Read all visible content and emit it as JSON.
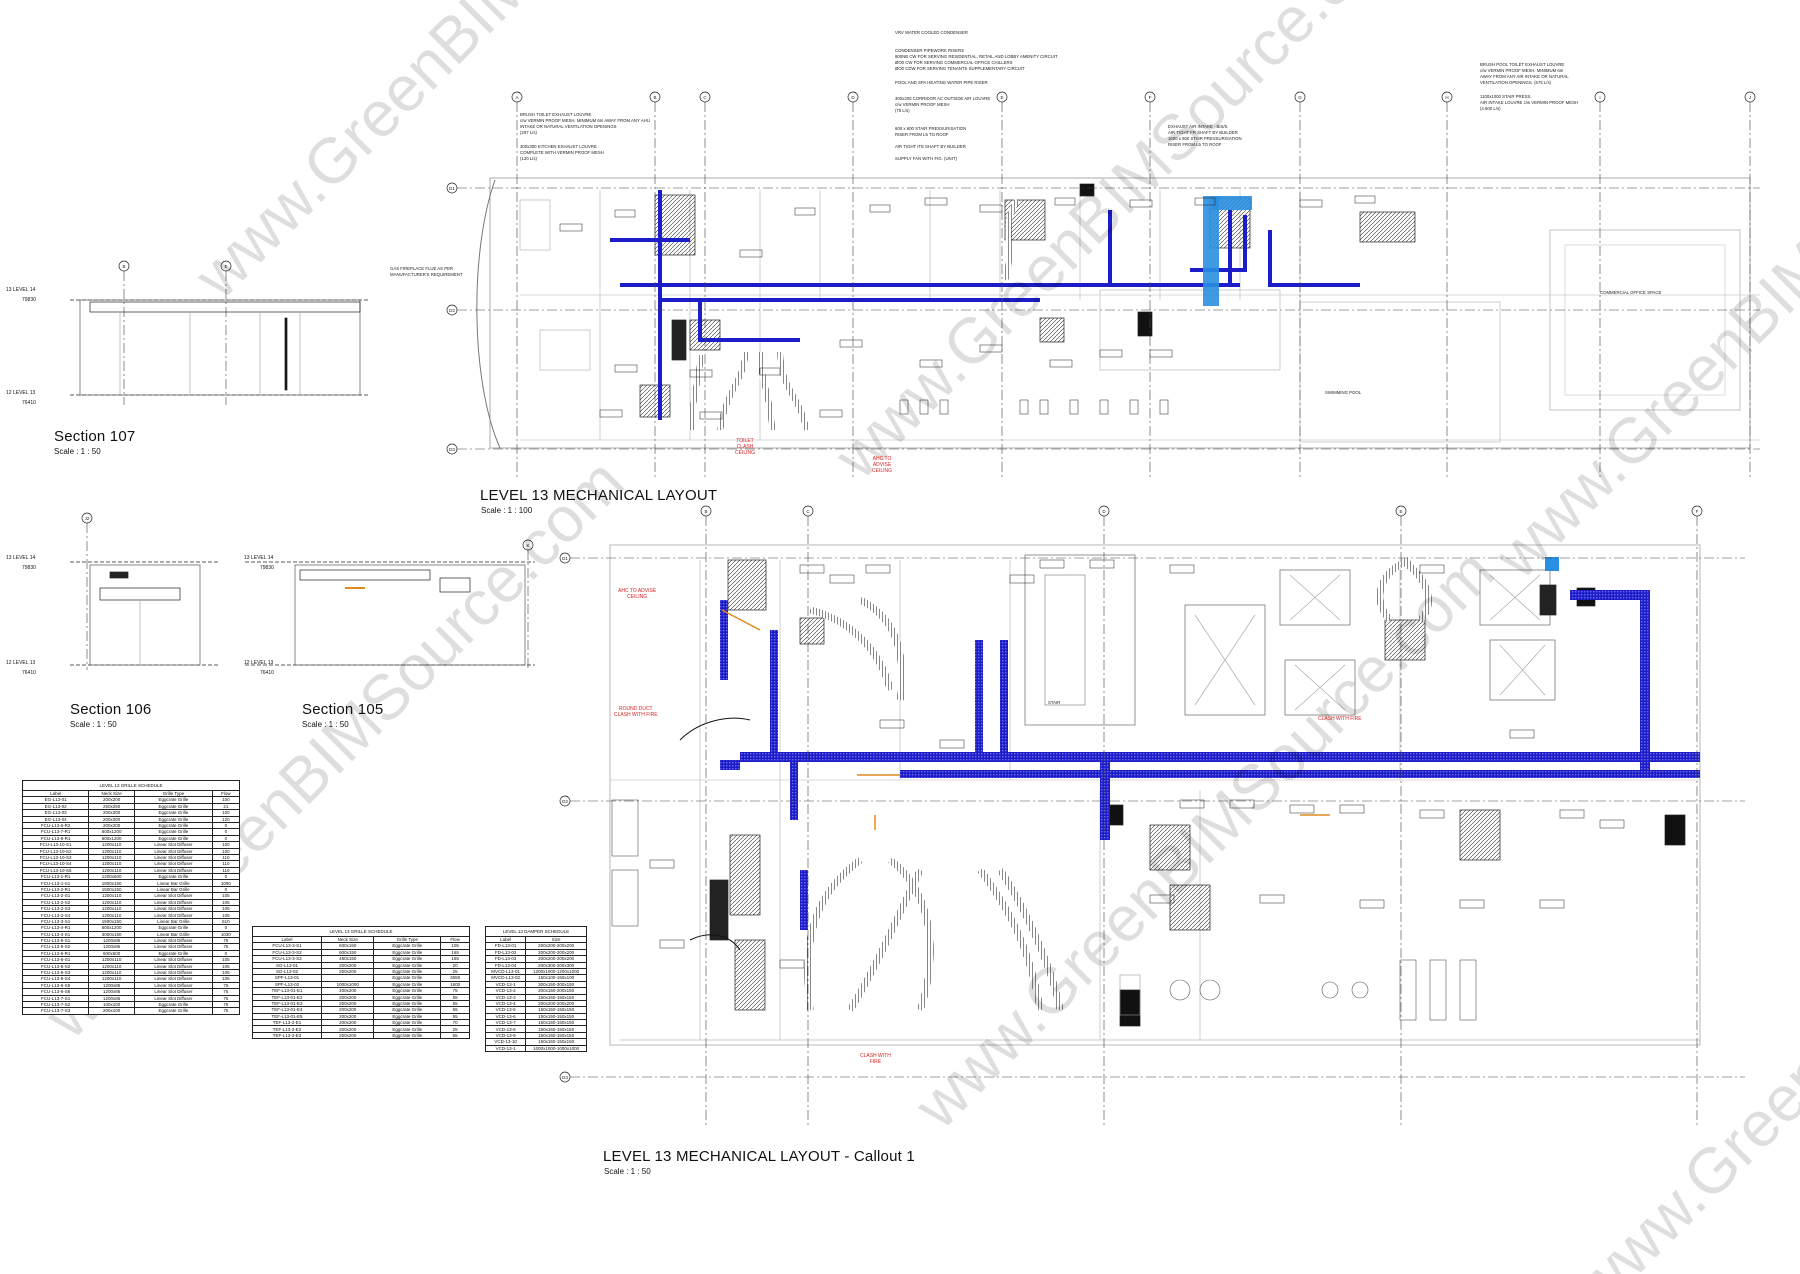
{
  "drawings": {
    "level13": {
      "title": "LEVEL 13 MECHANICAL LAYOUT",
      "scale": "Scale : 1 : 100"
    },
    "callout1": {
      "title": "LEVEL 13 MECHANICAL LAYOUT - Callout 1",
      "scale": "Scale : 1 : 50"
    },
    "section107": {
      "title": "Section 107",
      "scale": "Scale : 1 : 50"
    },
    "section106": {
      "title": "Section 106",
      "scale": "Scale : 1 : 50"
    },
    "section105": {
      "title": "Section 105",
      "scale": "Scale : 1 : 50"
    }
  },
  "levels": {
    "level14": "13 LEVEL 14",
    "level14_elev": "79830",
    "level13": "12 LEVEL 13",
    "level13_elev": "76410"
  },
  "watermark": "www.GreenBIMSource.com",
  "notes": {
    "top": [
      "VRV WATER COOLED CONDENSER",
      "CONDENSER PIPEWORK RISERS",
      "800NB CW FOR SERVING RESIDENTIAL, RETAIL AND LOBBY AMENITY CIRCUIT",
      "ØO0 CW FOR SERVING COMMERCIAL OFFICE CHILLERS",
      "ØO0 CDW FOR SERVING TENANTS SUPPLEMENTARY CIRCUIT",
      "POOL AND SPA HEATING WATER PIPE RISER"
    ],
    "corridor": [
      "300x200 CORRIDOR AC OUTSIDE AIR LOUVRE",
      "c/w VERMIN PROOF MESH",
      "(75 L/s)"
    ],
    "stair_press": [
      "600 x 600 STAIR PRESSURISATION",
      "RISER FROM L5 TO ROOF"
    ],
    "air_tight": "AIR TIGHT ITE SHAFT BY BUILDER",
    "supply_fan": "SUPPLY FAN WITH FIG. (UNIT)",
    "toilet_louvre": [
      "BRUSH TOILET EXHAUST LOUVRE",
      "c/w VERMIN PROOF MESH. MINIMUM 6m AWAY FROM ANY AHU",
      "INTAKE OR NATURAL VENTILATION OPENINGS",
      "(297 L/s)"
    ],
    "kitchen_louvre": [
      "300x300 KITCHEN EXHAUST LOUVRE",
      "COMPLETE WITH VERMIN PROOF MESH",
      "(120 L/s)"
    ],
    "gas_flue": [
      "GAS FIREPLACE FLUE AS PER",
      "MANUFACTURER'S REQUIREMENT"
    ],
    "exhaust_shaft": [
      "EXHAUST AIR INTAKE - BIS/S",
      "AIR TIGHT FR SHAFT BY BUILDER",
      "1600 x 600 STAIR PRESSURISATION",
      "RISER FROM L5 TO ROOF"
    ],
    "pool_louvre": [
      "BRUSH POOL TOILET EXHAUST LOUVRE",
      "c/w VERMIN PROOF MESH. MINIMUM 6m",
      "AWAY FROM ANY AIR INTAKE OR NATURAL",
      "VENTILATION OPENINGS. (675 L/s)"
    ],
    "intake_louvre": [
      "1100x1000 STAIR PRESS.",
      "AIR INTAKE LOUVRE c/w VERMIN PROOF MESH",
      "(4,500 L/s)"
    ],
    "clashes": {
      "toilet": [
        "TOILET",
        "CLASH",
        "CEILING"
      ],
      "ahc_top": [
        "AHC TO",
        "ADVISE",
        "CEILING"
      ],
      "ahc_callout": [
        "AHC TO ADVISE",
        "CEILING"
      ],
      "round_duct": [
        "ROUND DUCT",
        "CLASH WITH FIRE"
      ],
      "fire_right": [
        "CLASH WITH FIRE"
      ],
      "fire_bottom": [
        "CLASH WITH",
        "FIRE"
      ]
    },
    "rooms": {
      "pool": "SWIMMING POOL",
      "office": "COMMERCIAL OFFICE SPACE",
      "stair": "STAIR"
    }
  },
  "grid_labels": {
    "level13": [
      "A",
      "B",
      "C",
      "D",
      "E",
      "F",
      "G",
      "H",
      "I",
      "J"
    ],
    "level13_rows": [
      "D1",
      "D2",
      "D3"
    ],
    "callout": [
      "B",
      "C",
      "D",
      "E",
      "F"
    ],
    "callout_rows": [
      "D1",
      "D2",
      "D3"
    ],
    "section107": [
      "B",
      "E"
    ],
    "section106": [
      "J2"
    ],
    "section105": [
      "K"
    ]
  },
  "schedules": {
    "grille1": {
      "title": "LEVEL 13 GRILLE SCHEDULE",
      "columns": [
        "Label",
        "Neck Size",
        "Grille Type",
        "Flow"
      ],
      "rows": [
        [
          "EG-L13-01",
          "200x200",
          "Eggcrate Grille",
          "100"
        ],
        [
          "EG-L13-02",
          "250x250",
          "Eggcrate Grille",
          "21"
        ],
        [
          "EG-L13-03",
          "200x300",
          "Eggcrate Grille",
          "100"
        ],
        [
          "EG-L13-04",
          "200x300",
          "Eggcrate Grille",
          "120"
        ],
        [
          "FCU-L13-6-R2",
          "200x200",
          "Eggcrate Grille",
          "0"
        ],
        [
          "FCU-L13-7-R1",
          "600x1200",
          "Eggcrate Grille",
          "0"
        ],
        [
          "FCU-L13-8-R1",
          "600x1200",
          "Eggcrate Grille",
          "0"
        ],
        [
          "FCU-L13-10-S1",
          "1200x110",
          "Linear Slot Diffuser",
          "100"
        ],
        [
          "FCU-L13-10-S2",
          "1200x110",
          "Linear Slot Diffuser",
          "100"
        ],
        [
          "FCU-L13-10-S3",
          "1200x110",
          "Linear Slot Diffuser",
          "110"
        ],
        [
          "FCU-L13-10-S4",
          "1200x110",
          "Linear Slot Diffuser",
          "110"
        ],
        [
          "FCU-L13-10-S5",
          "1200x110",
          "Linear Slot Diffuser",
          "110"
        ],
        [
          "FCU-L13-1-R1",
          "1200x600",
          "Eggcrate Grille",
          "0"
        ],
        [
          "FCU-L13-1-S1",
          "1800x150",
          "Linear Bar Grille",
          "1090"
        ],
        [
          "FCU-L13-2-R1",
          "1500x150",
          "Linear Bar Grille",
          "0"
        ],
        [
          "FCU-L13-2-S1",
          "1200x110",
          "Linear Slot Diffuser",
          "105"
        ],
        [
          "FCU-L13-2-S2",
          "1200x110",
          "Linear Slot Diffuser",
          "105"
        ],
        [
          "FCU-L13-2-S3",
          "1200x110",
          "Linear Slot Diffuser",
          "105"
        ],
        [
          "FCU-L13-2-S4",
          "1200x110",
          "Linear Slot Diffuser",
          "105"
        ],
        [
          "FCU-L13-3-S1",
          "1500x150",
          "Linear Bar Grille",
          "510"
        ],
        [
          "FCU-L13-4-R1",
          "600x1200",
          "Eggcrate Grille",
          "0"
        ],
        [
          "FCU-L13-4-S1",
          "3000x150",
          "Linear Bar Grille",
          "1030"
        ],
        [
          "FCU-L13-5-S1",
          "1200x85",
          "Linear Slot Diffuser",
          "75"
        ],
        [
          "FCU-L13-5-S2",
          "1200x85",
          "Linear Slot Diffuser",
          "75"
        ],
        [
          "FCU-L13-6-R1",
          "600x600",
          "Eggcrate Grille",
          "0"
        ],
        [
          "FCU-L13-6-S1",
          "1200x110",
          "Linear Slot Diffuser",
          "105"
        ],
        [
          "FCU-L13-6-S2",
          "1200x110",
          "Linear Slot Diffuser",
          "105"
        ],
        [
          "FCU-L13-6-S3",
          "1200x110",
          "Linear Slot Diffuser",
          "105"
        ],
        [
          "FCU-L13-6-S4",
          "1200x110",
          "Linear Slot Diffuser",
          "105"
        ],
        [
          "FCU-L13-6-S5",
          "1200x85",
          "Linear Slot Diffuser",
          "75"
        ],
        [
          "FCU-L13-6-S6",
          "1200x85",
          "Linear Slot Diffuser",
          "75"
        ],
        [
          "FCU-L13-7-S1",
          "1200x85",
          "Linear Slot Diffuser",
          "75"
        ],
        [
          "FCU-L13-7-S2",
          "100x100",
          "Eggcrate Grille",
          "75"
        ],
        [
          "FCU-L13-7-S3",
          "200x100",
          "Eggcrate Grille",
          "75"
        ]
      ]
    },
    "grille2": {
      "title": "LEVEL 13 GRILLE SCHEDULE",
      "columns": [
        "Label",
        "Neck Size",
        "Grille Type",
        "Flow"
      ],
      "rows": [
        [
          "FCU-L13-3-S1",
          "600x150",
          "Eggcrate Grille",
          "105"
        ],
        [
          "FCU-L13-3-S2",
          "600x150",
          "Eggcrate Grille",
          "165"
        ],
        [
          "FCU-L13-3-S3",
          "450x150",
          "Eggcrate Grille",
          "165"
        ],
        [
          "SG-L13-01",
          "200x200",
          "Eggcrate Grille",
          "20"
        ],
        [
          "SG-L13-02",
          "200x200",
          "Eggcrate Grille",
          "25"
        ],
        [
          "SPF-L13-01",
          "",
          "Eggcrate Grille",
          "3650"
        ],
        [
          "SPF-L13-02",
          "1000x1000",
          "Eggcrate Grille",
          "1600"
        ],
        [
          "TEF-L13-01-E1",
          "200x200",
          "Eggcrate Grille",
          "75"
        ],
        [
          "TEF-L13-01-E2",
          "200x200",
          "Eggcrate Grille",
          "55"
        ],
        [
          "TEF-L13-01-E3",
          "200x200",
          "Eggcrate Grille",
          "55"
        ],
        [
          "TEF-L13-01-E4",
          "200x200",
          "Eggcrate Grille",
          "55"
        ],
        [
          "TEF-L13-01-E5",
          "200x200",
          "Eggcrate Grille",
          "55"
        ],
        [
          "TEF-L13-2-E1",
          "200x200",
          "Eggcrate Grille",
          "70"
        ],
        [
          "TEF-L13-2-E2",
          "200x200",
          "Eggcrate Grille",
          "25"
        ],
        [
          "TEF-L13-2-E3",
          "200x200",
          "Eggcrate Grille",
          "65"
        ]
      ]
    },
    "damper": {
      "title": "LEVEL 13 DAMPER SCHEDULE",
      "columns": [
        "Label",
        "Size"
      ],
      "rows": [
        [
          "FD-L13-01",
          "200x200-200x200"
        ],
        [
          "FD-L13-02",
          "200x200-200x200"
        ],
        [
          "FD-L13-03",
          "200x200-200x200"
        ],
        [
          "FD-L13-04",
          "200x300-200x300"
        ],
        [
          "MVCD-L13-01",
          "1200x1000-1200x1000"
        ],
        [
          "MVCD-L13-02",
          "150x100-150x100"
        ],
        [
          "VCD-13-1",
          "300x150-300x150"
        ],
        [
          "VCD-13-2",
          "200x150-200x150"
        ],
        [
          "VCD-13-3",
          "150x150-150x150"
        ],
        [
          "VCD-13-4",
          "200x200-200x200"
        ],
        [
          "VCD-13-5",
          "150x150-150x150"
        ],
        [
          "VCD-13-6",
          "150x150-150x150"
        ],
        [
          "VCD-13-7",
          "150x150-150x150"
        ],
        [
          "VCD-13-8",
          "150x150-150x150"
        ],
        [
          "VCD-13-9",
          "150x150-150x150"
        ],
        [
          "VCD-13-10",
          "150x150-150x150"
        ],
        [
          "VCD-13-1",
          "1000x1000-1000x1000"
        ]
      ]
    }
  },
  "colors": {
    "duct": "#1c1cc8",
    "duct_light": "#2a8fe0",
    "clash": "#d22222",
    "line": "#222222",
    "orange": "#e08a1e"
  }
}
